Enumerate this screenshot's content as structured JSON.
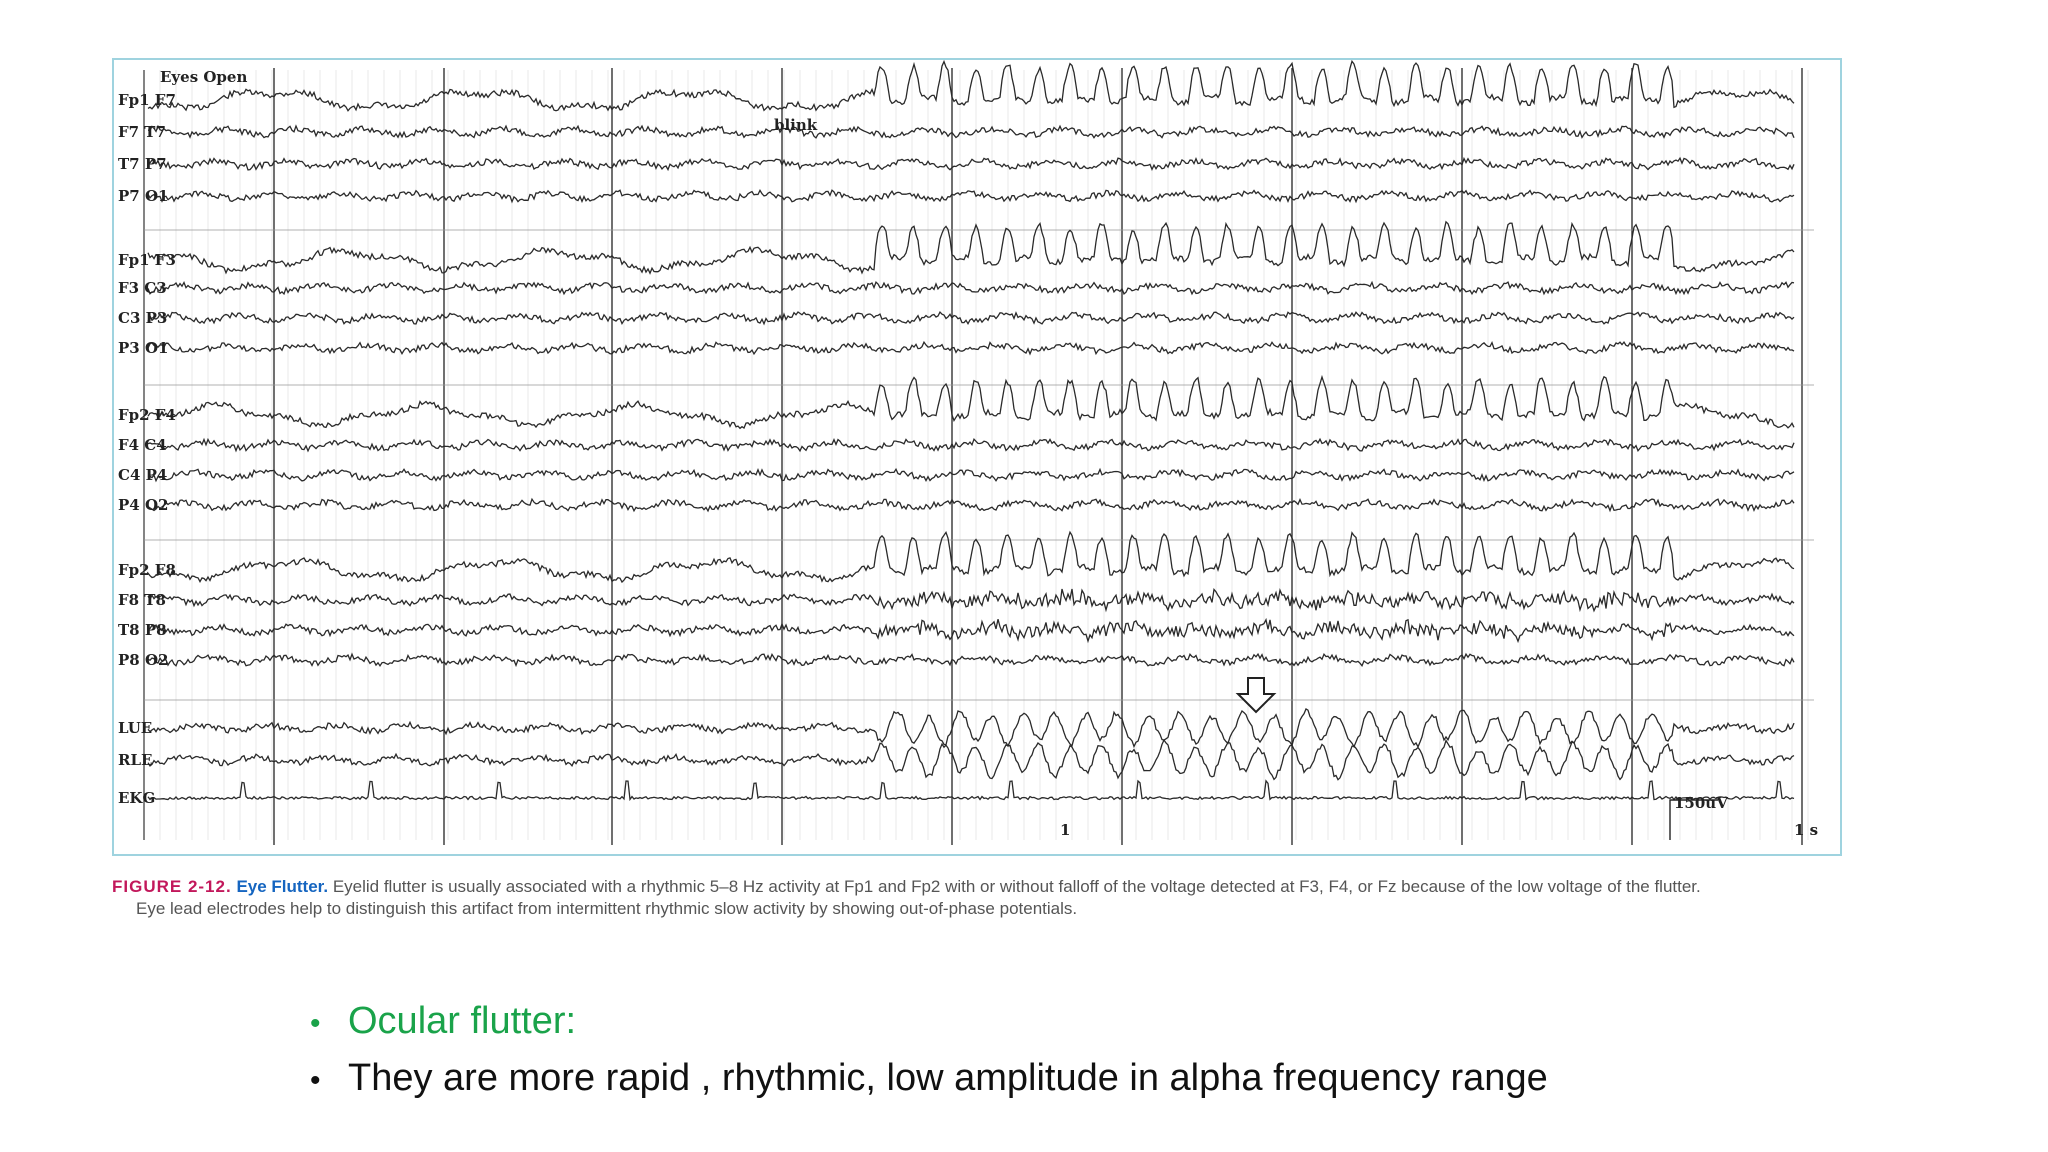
{
  "figure": {
    "leads": [
      "Fp1 F7",
      "F7 T7",
      "T7 P7",
      "P7 O1",
      "Fp1 F3",
      "F3 C3",
      "C3 P3",
      "P3 O1",
      "Fp2 F4",
      "F4 C4",
      "C4 P4",
      "P4 O2",
      "Fp2 F8",
      "F8 T8",
      "T8 P8",
      "P8 O2",
      "LUE",
      "RLE",
      "EKG"
    ],
    "annotations": {
      "eyes_open": "Eyes Open",
      "blink": "blink",
      "scale_voltage": "150uV",
      "scale_time": "1 s",
      "marker": "1"
    },
    "colors": {
      "frame": "#9fd3df",
      "trace": "#2a2a2a",
      "grid": "#d9d9d9"
    }
  },
  "caption": {
    "label": "FIGURE 2-12.",
    "title": "Eye Flutter.",
    "text": "Eyelid flutter is usually associated with a rhythmic 5–8 Hz activity at Fp1 and Fp2 with or without falloff of the voltage detected at F3, F4, or Fz because of the low voltage of the flutter.",
    "text2": "Eye lead electrodes help to distinguish this artifact from intermittent rhythmic slow activity by showing out-of-phase potentials."
  },
  "bullets": [
    {
      "text": "Ocular flutter:"
    },
    {
      "text": "They are more rapid , rhythmic, low amplitude in alpha frequency range"
    }
  ]
}
